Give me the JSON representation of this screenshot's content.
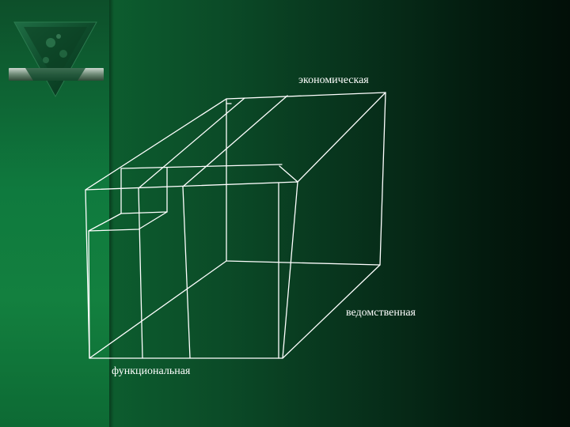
{
  "slide": {
    "background_colors": [
      "#0f6b35",
      "#072f1a",
      "#020f08"
    ],
    "logo_icon": "green-triangle-emblem",
    "line_color": "#ffffff"
  },
  "diagram": {
    "axis_labels": {
      "top": "экономическая",
      "right": "ведомственная",
      "bottom": "функциональная"
    }
  }
}
